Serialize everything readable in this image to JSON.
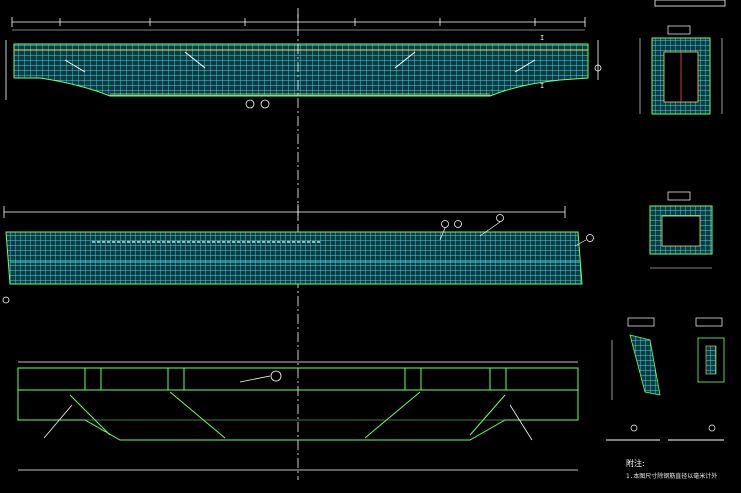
{
  "drawing": {
    "background": "#000000",
    "colors": {
      "rebar_mesh": "#3fd6e6",
      "outline": "#6cff6c",
      "dimension": "#ffffff",
      "centerline": "#ffffff",
      "accent_yellow": "#e6e24a",
      "accent_red": "#ff4a4a",
      "accent_pink": "#ff6ad0"
    },
    "views": [
      {
        "name": "elevation-rebar-view"
      },
      {
        "name": "plan-rebar-view"
      },
      {
        "name": "beam-outline-view"
      },
      {
        "name": "section-a-view"
      },
      {
        "name": "section-b-view"
      },
      {
        "name": "detail-views"
      }
    ],
    "section_labels": {
      "label_a": "I",
      "label_b": "I"
    },
    "notes": {
      "heading": "附注:",
      "line_1": "1.本图尺寸除钢筋直径以毫米计外"
    }
  }
}
